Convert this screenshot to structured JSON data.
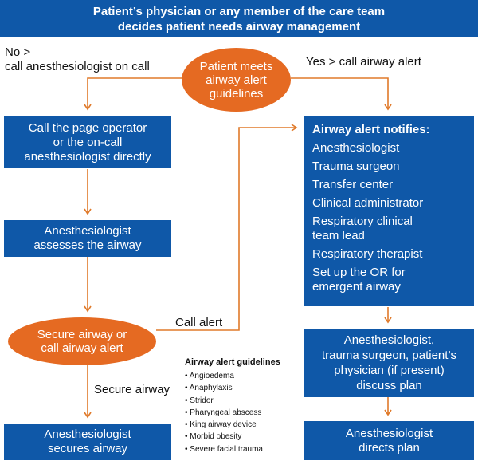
{
  "banner": {
    "line1": "Patient’s physician or any member of the care team",
    "line2": "decides patient needs airway management"
  },
  "decision_guidelines": {
    "line1": "Patient meets",
    "line2": "airway alert",
    "line3": "guidelines"
  },
  "branch_no": {
    "line1": "No >",
    "line2": "call anesthesiologist on call"
  },
  "branch_yes": "Yes > call airway alert",
  "call_page_operator": {
    "line1": "Call the page operator",
    "line2": "or the on-call",
    "line3": "anesthesiologist directly"
  },
  "assesses": {
    "line1": "Anesthesiologist",
    "line2": "assesses the airway"
  },
  "decision_secure": {
    "line1": "Secure airway or",
    "line2": "call airway alert"
  },
  "call_alert_label": "Call alert",
  "secure_airway_label": "Secure airway",
  "secures": {
    "line1": "Anesthesiologist",
    "line2": "secures airway"
  },
  "notify": {
    "title": "Airway alert notifies:",
    "items": [
      "Anesthesiologist",
      "Trauma surgeon",
      "Transfer center",
      "Clinical administrator",
      "Respiratory clinical team lead",
      "Respiratory therapist",
      "Set up the OR for emergent airway"
    ]
  },
  "discuss": {
    "line1": "Anesthesiologist,",
    "line2": "trauma surgeon, patient’s",
    "line3": "physician (if present)",
    "line4": "discuss plan"
  },
  "directs": {
    "line1": "Anesthesiologist",
    "line2": "directs plan"
  },
  "guidelines_list": {
    "title": "Airway alert guidelines",
    "items": [
      "Angioedema",
      "Anaphylaxis",
      "Stridor",
      "Pharyngeal abscess",
      "King airway device",
      "Morbid obesity",
      "Severe facial trauma"
    ]
  },
  "colors": {
    "box_blue": "#0f58a8",
    "oval_orange": "#e56a22",
    "arrow_orange": "#e07a2a"
  }
}
